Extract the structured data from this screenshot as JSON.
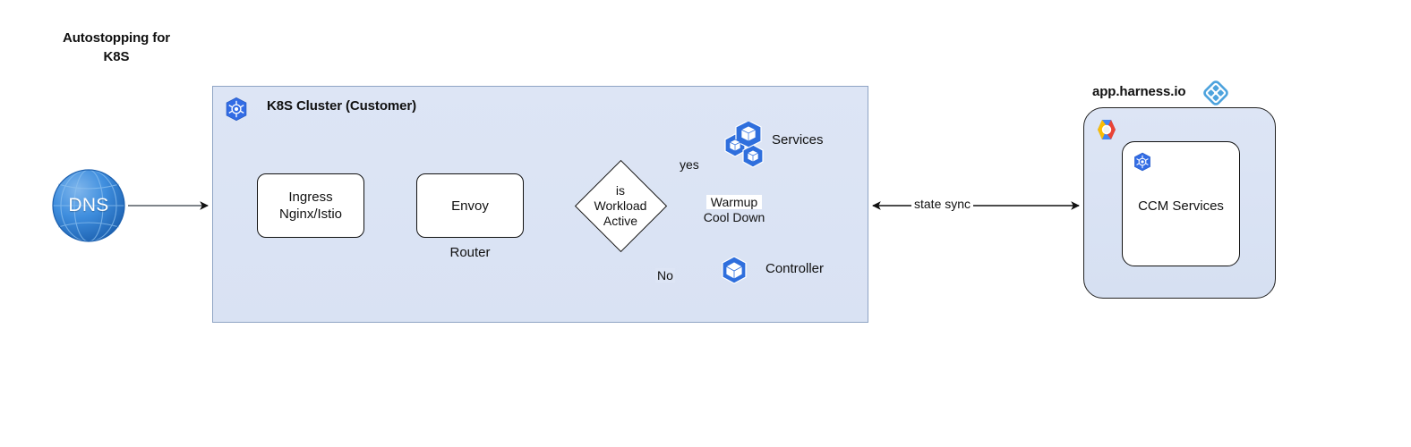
{
  "diagram": {
    "title": "Autostopping for\nK8S",
    "background": "#ffffff"
  },
  "colors": {
    "cluster_fill": "#dde5f5",
    "cluster_border": "#8fa4c4",
    "pod_blue": "#2f6fdd",
    "dns_blue": "#2e7bd6",
    "harness_blue": "#4da3dd",
    "box_border": "#111111",
    "edge_stroke": "#111111"
  },
  "cluster": {
    "title": "K8S Cluster (Customer)",
    "icon": "kubernetes-icon",
    "nodes": {
      "dns": {
        "label": "DNS",
        "icon": "globe-icon"
      },
      "ingress": {
        "label": "Ingress\nNginx/Istio"
      },
      "envoy": {
        "label": "Envoy",
        "sublabel": "Router"
      },
      "decision": {
        "label": "is\nWorkload\nActive"
      },
      "services": {
        "label": "Services",
        "icon": "kubernetes-pods-icon"
      },
      "controller": {
        "label": "Controller",
        "icon": "kubernetes-pod-icon"
      }
    },
    "edge_labels": {
      "yes": "yes",
      "no": "No",
      "warmup": "Warmup",
      "cooldown": "Cool Down"
    }
  },
  "harness": {
    "title": "app.harness.io",
    "logo": "harness-logo-icon",
    "cloud_icon": "gcp-icon",
    "inner": {
      "label": "CCM Services",
      "icon": "kubernetes-icon"
    }
  },
  "connection": {
    "state_sync_label": "state sync"
  }
}
